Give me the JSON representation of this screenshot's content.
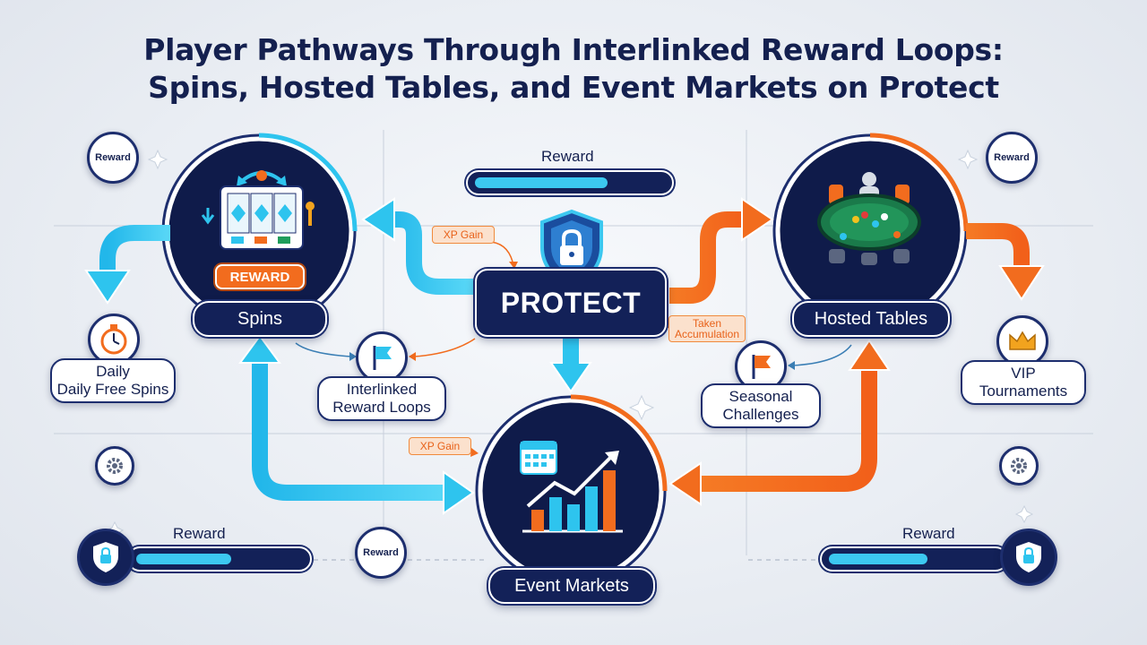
{
  "title": {
    "line1": "Player Pathways Through Interlinked Reward Loops:",
    "line2": "Spins, Hosted Tables, and Event Markets on Protect"
  },
  "nodes": {
    "center": "PROTECT",
    "spins": "Spins",
    "hosted_tables": "Hosted Tables",
    "event_markets": "Event Markets",
    "spins_badge": "REWARD"
  },
  "sub_nodes": {
    "daily": [
      "Daily",
      "Daily Free Spins"
    ],
    "interlinked": [
      "Interlinked",
      "Reward Loops"
    ],
    "seasonal": [
      "Seasonal",
      "Challenges"
    ],
    "vip": [
      "VIP",
      "Tournaments"
    ]
  },
  "tags": {
    "xp_gain_top": "XP Gain",
    "token_accum": "Taken\nAccumulation",
    "xp_gain_bottom": "XP Gain"
  },
  "rewards": {
    "top_bar_label": "Reward",
    "top_bar_level": 0.62,
    "bottom_left_label": "Reward",
    "bottom_left_level": 0.6,
    "bottom_right_label": "Reward",
    "bottom_right_level": 0.6,
    "badge_top_left": "Reward",
    "badge_top_right": "Reward",
    "badge_bottom": "Reward"
  },
  "colors": {
    "navy": "#132158",
    "cyan": "#2ec4ee",
    "orange": "#f26c1e"
  },
  "icons": [
    "shield-lock-icon",
    "slot-machine-icon",
    "poker-table-icon",
    "calendar-chart-icon",
    "stopwatch-icon",
    "flag-icon",
    "crown-icon",
    "gear-icon"
  ]
}
